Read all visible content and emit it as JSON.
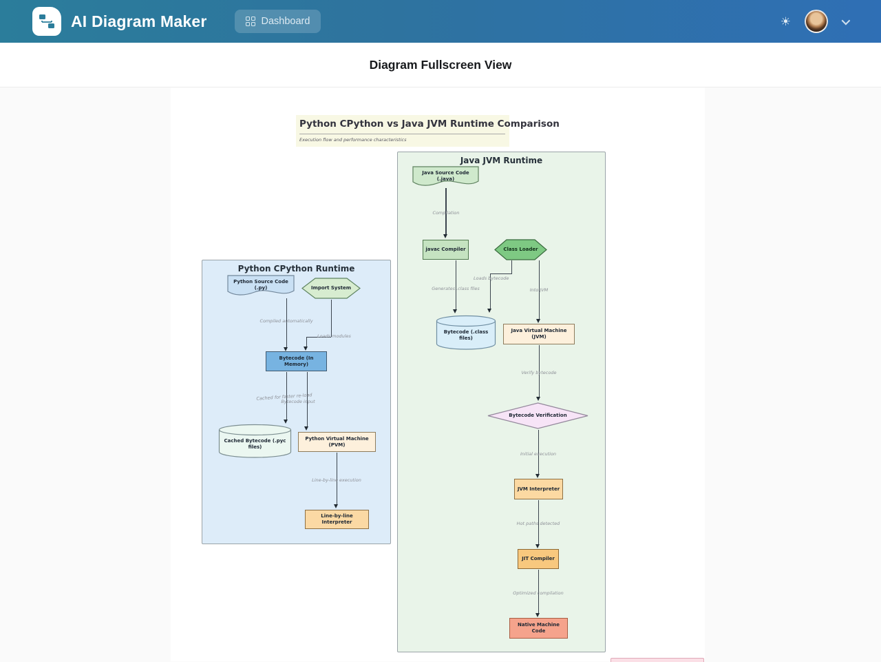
{
  "header": {
    "app_title": "AI Diagram Maker",
    "dashboard_label": "Dashboard"
  },
  "page": {
    "title": "Diagram Fullscreen View"
  },
  "diagram": {
    "title": "Python CPython vs Java JVM Runtime Comparison",
    "subtitle": "Execution flow and performance characteristics",
    "subgraphs": {
      "python": {
        "title": "Python CPython Runtime",
        "bg": "#ddecf9"
      },
      "java": {
        "title": "Java JVM Runtime",
        "bg": "#e9f4e9"
      }
    },
    "nodes": {
      "py_source": {
        "label": "Python Source Code (.py)",
        "shape": "document",
        "fill": "#c9e0f4"
      },
      "import_system": {
        "label": "Import System",
        "shape": "hexagon",
        "fill": "#d7ecd0"
      },
      "py_bytecode": {
        "label": "Bytecode (In Memory)",
        "shape": "rect",
        "fill": "#77b3e1"
      },
      "cached_bytecode": {
        "label": "Cached Bytecode (.pyc files)",
        "shape": "cylinder",
        "fill": "#ebf7f1"
      },
      "pvm": {
        "label": "Python Virtual Machine (PVM)",
        "shape": "rect",
        "fill": "#fdf0dc"
      },
      "line_interpreter": {
        "label": "Line-by-line Interpreter",
        "shape": "rect",
        "fill": "#fbd9a4"
      },
      "java_source": {
        "label": "Java Source Code (.java)",
        "shape": "document",
        "fill": "#cfe9cc"
      },
      "javac": {
        "label": "javac Compiler",
        "shape": "rect",
        "fill": "#c5e3c1"
      },
      "class_loader": {
        "label": "Class Loader",
        "shape": "hexagon",
        "fill": "#7ec983"
      },
      "java_bytecode": {
        "label": "Bytecode (.class files)",
        "shape": "cylinder",
        "fill": "#d9eef9"
      },
      "jvm": {
        "label": "Java Virtual Machine (JVM)",
        "shape": "rect",
        "fill": "#fdf0dc"
      },
      "verification": {
        "label": "Bytecode Verification",
        "shape": "diamond",
        "fill": "#f7e4f7"
      },
      "jvm_interpreter": {
        "label": "JVM Interpreter",
        "shape": "rect",
        "fill": "#fcd9a2"
      },
      "jit": {
        "label": "JIT Compiler",
        "shape": "rect",
        "fill": "#f8c87e"
      },
      "native": {
        "label": "Native Machine Code",
        "shape": "rect",
        "fill": "#f5a38c"
      }
    },
    "edges": {
      "compiled_auto": "Compiled automatically",
      "loads_modules": "Loads modules",
      "cached_reload": "Cached for faster re-load",
      "bytecode_input": "Bytecode input",
      "line_exec": "Line-by-line execution",
      "compilation": "Compilation",
      "generates_class": "Generates .class files",
      "loads_bytecode": "Loads bytecode",
      "into_jvm": "Into JVM",
      "verify_bytecode": "Verify bytecode",
      "initial_exec": "Initial execution",
      "hot_paths": "Hot paths detected",
      "optimized": "Optimized compilation"
    },
    "colors": {
      "header_gradient_left": "#2b7d9b",
      "header_gradient_right": "#2f6fb5",
      "title_block_bg": "#f8f8e4",
      "edge_line": "#3a434d"
    }
  }
}
